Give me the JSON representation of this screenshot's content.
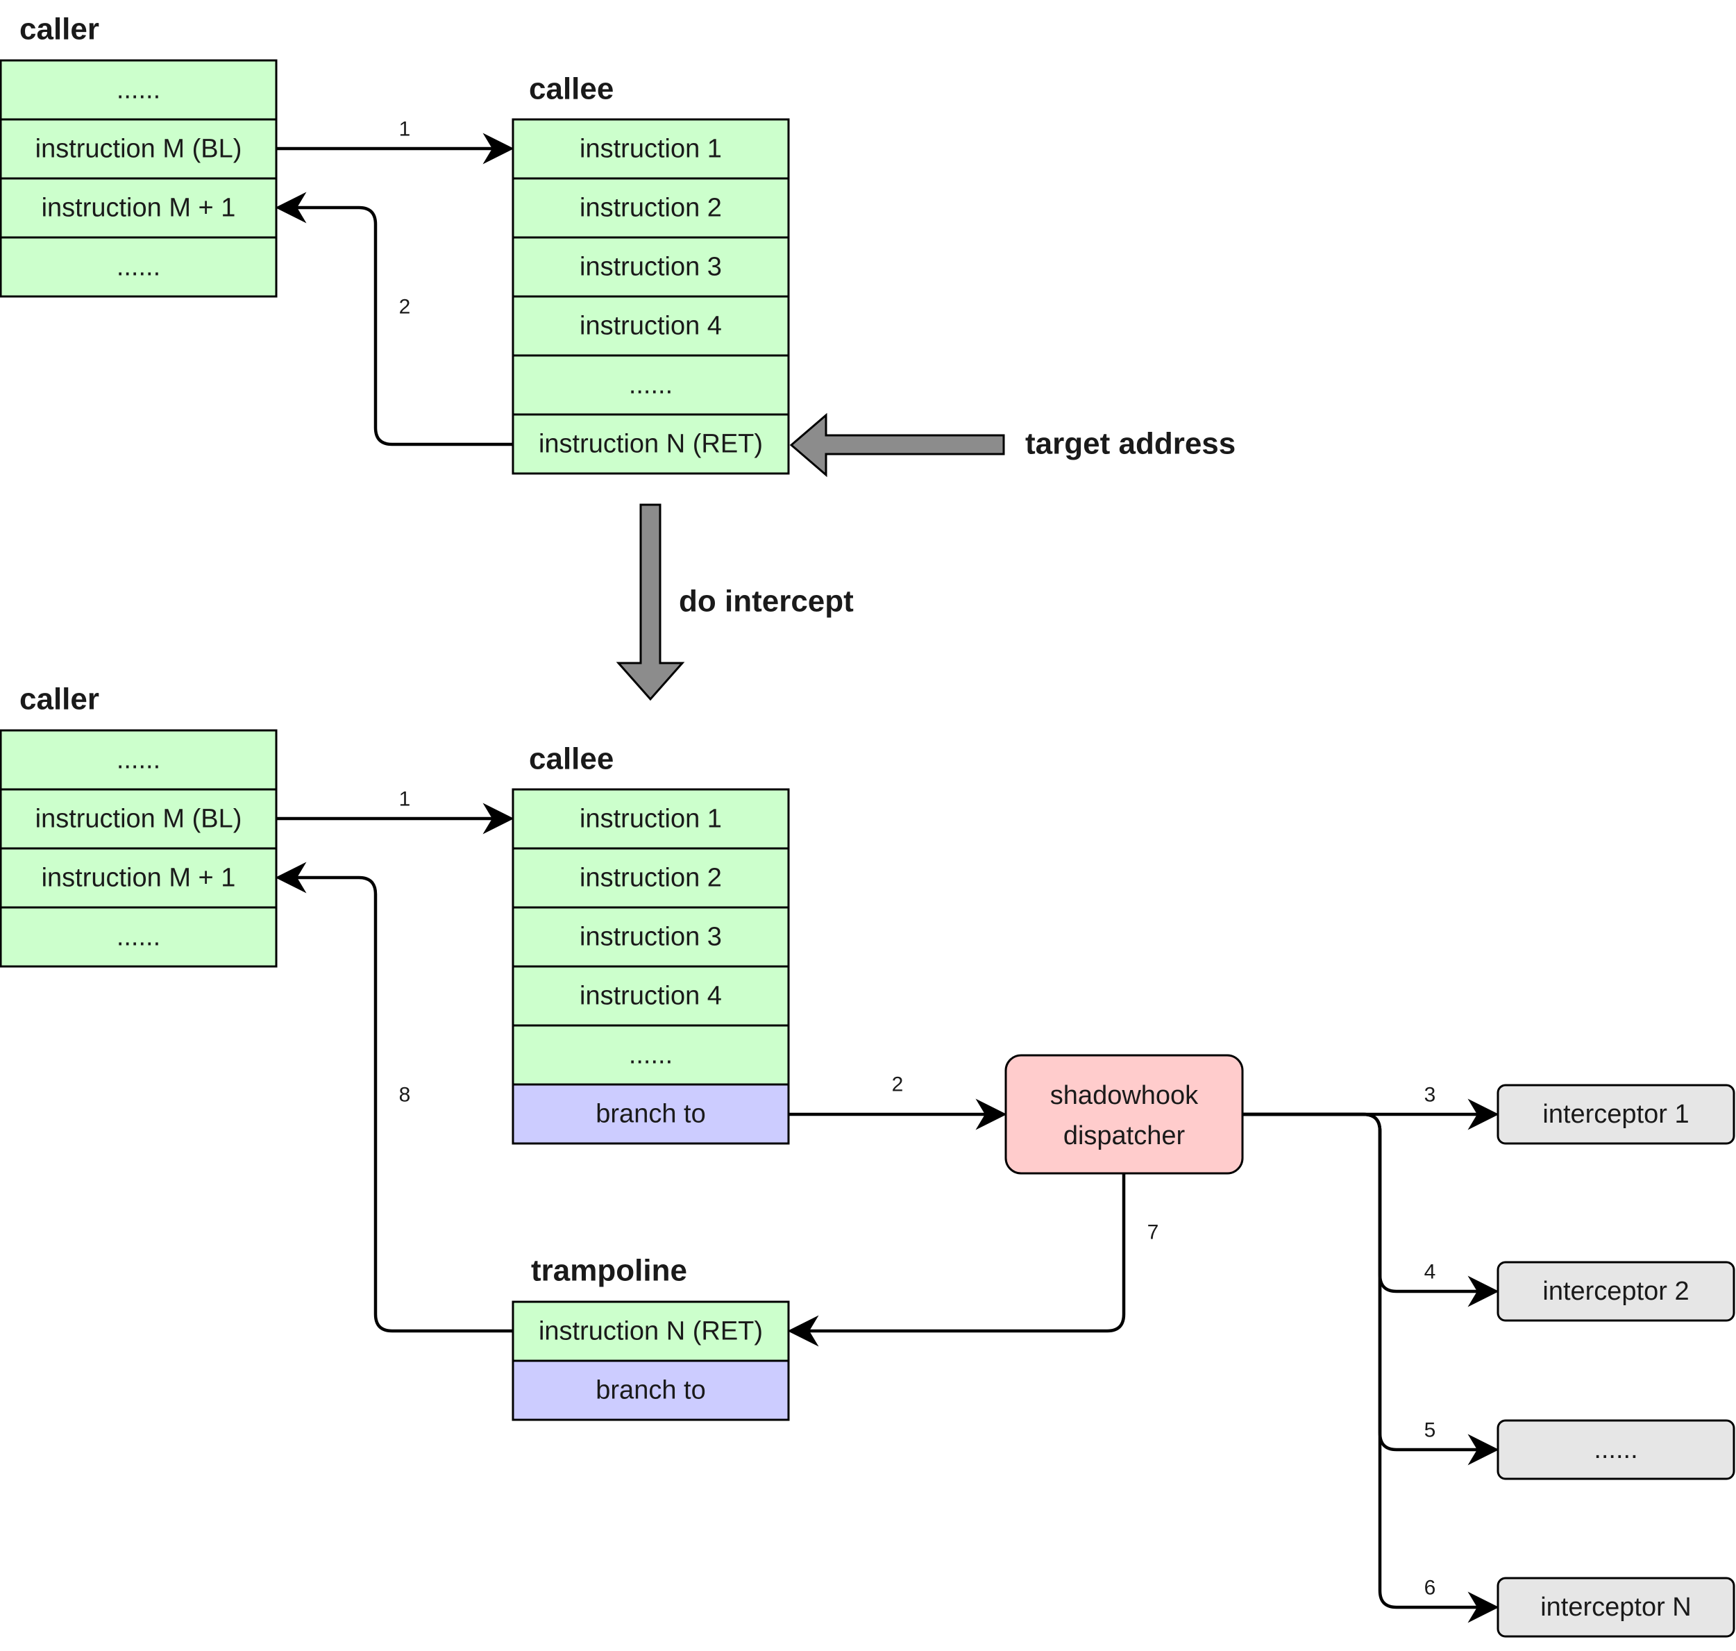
{
  "top": {
    "caller": {
      "title": "caller",
      "rows": [
        "......",
        "instruction M (BL)",
        "instruction M + 1",
        "......"
      ]
    },
    "callee": {
      "title": "callee",
      "rows": [
        "instruction 1",
        "instruction 2",
        "instruction 3",
        "instruction 4",
        "......",
        "instruction N (RET)"
      ]
    },
    "target_label": "target address",
    "edge_labels": [
      "1",
      "2"
    ]
  },
  "transition_label": "do intercept",
  "bottom": {
    "caller": {
      "title": "caller",
      "rows": [
        "......",
        "instruction M (BL)",
        "instruction M + 1",
        "......"
      ]
    },
    "callee": {
      "title": "callee",
      "rows": [
        "instruction 1",
        "instruction 2",
        "instruction 3",
        "instruction 4",
        "......",
        "branch to"
      ]
    },
    "trampoline": {
      "title": "trampoline",
      "rows": [
        "instruction N (RET)",
        "branch to"
      ]
    },
    "dispatcher": {
      "line1": "shadowhook",
      "line2": "dispatcher"
    },
    "interceptors": [
      "interceptor 1",
      "interceptor 2",
      "......",
      "interceptor N"
    ],
    "edge_labels": [
      "1",
      "2",
      "3",
      "4",
      "5",
      "6",
      "7",
      "8"
    ]
  },
  "colors": {
    "instruction_fill": "#ccffcc",
    "branch_fill": "#ccccff",
    "dispatcher_fill": "#ffcccc",
    "interceptor_fill": "#e6e6e6",
    "big_arrow_fill": "#8c8c8c"
  }
}
